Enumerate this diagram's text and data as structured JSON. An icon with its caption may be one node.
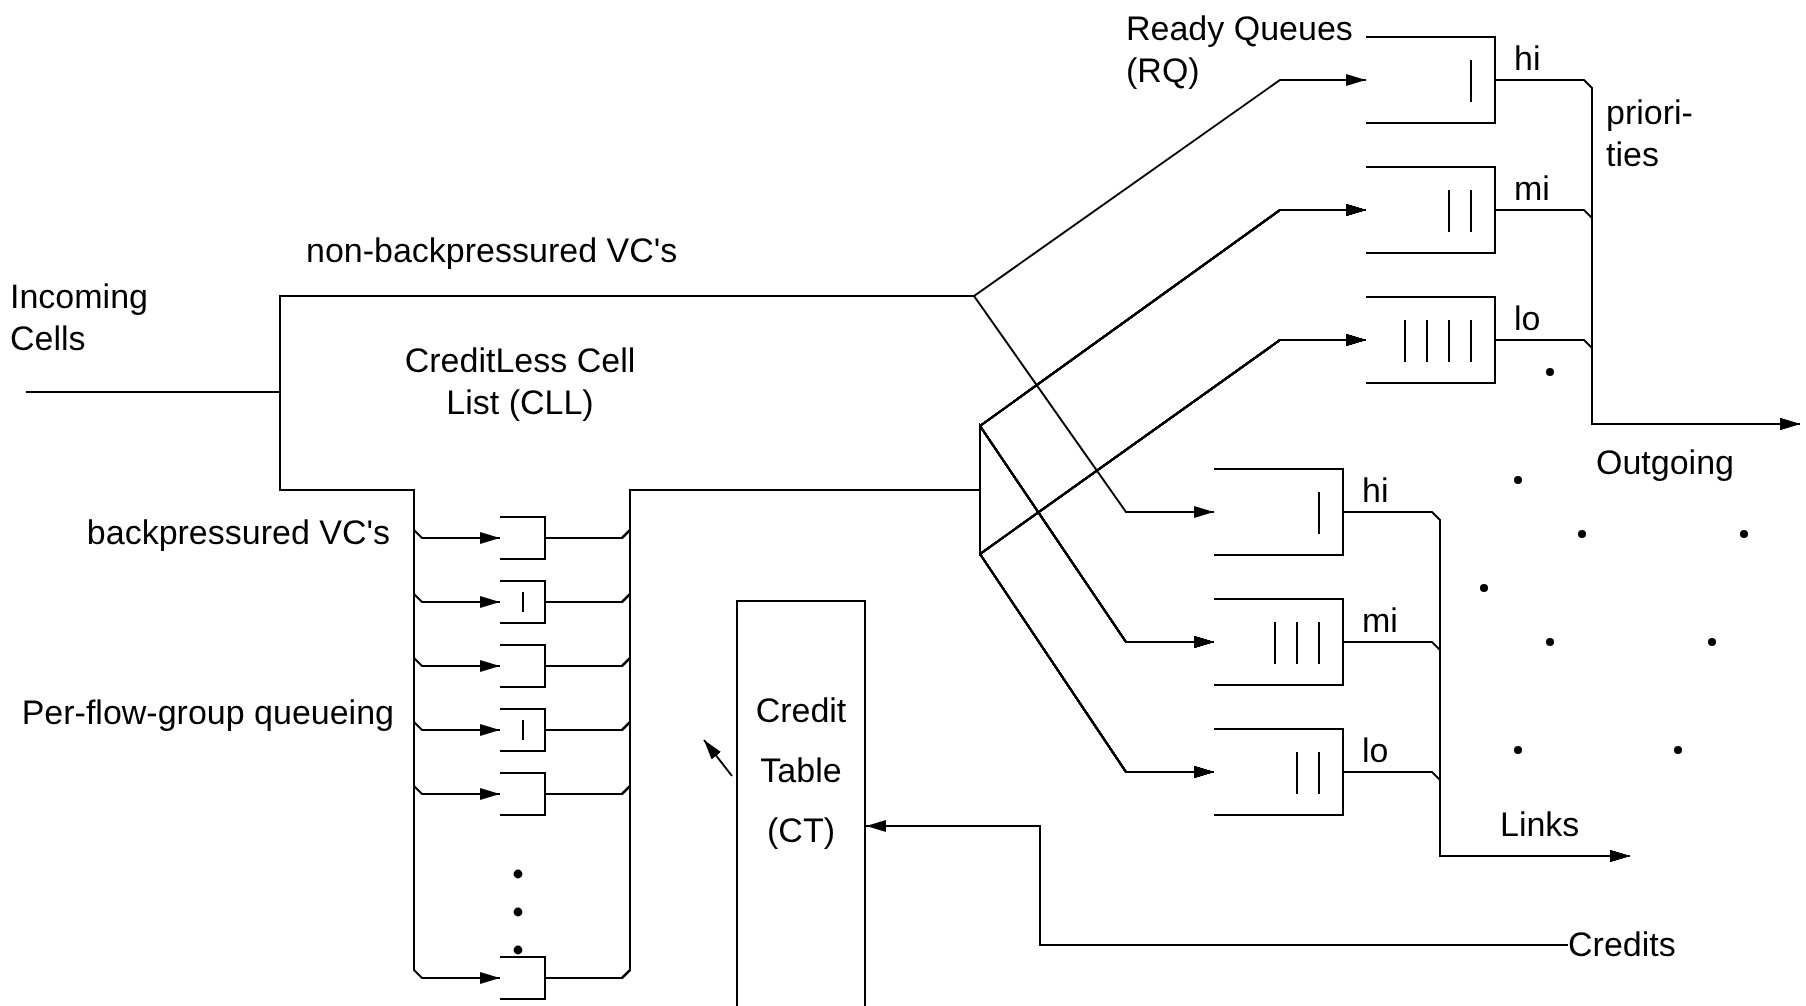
{
  "diagram": {
    "nodes": [
      {
        "text": [
          "Incoming Cells"
        ]
      },
      {
        "text": [],
        "shape": "box",
        "beside": [
          "hi"
        ]
      },
      {
        "text": [],
        "shape": "box",
        "beside": [
          "mi"
        ]
      },
      {
        "text": [],
        "shape": "box",
        "beside": [
          "lo"
        ]
      },
      {
        "text": [],
        "shape": "box"
      },
      {
        "text": [],
        "shape": "box"
      },
      {
        "text": [],
        "shape": "box"
      },
      {
        "text": [],
        "shape": "box"
      },
      {
        "text": [],
        "shape": "box"
      },
      {
        "text": [],
        "shape": "box"
      },
      {
        "text": [],
        "shape": "box",
        "beside": [
          "hi"
        ]
      },
      {
        "text": [],
        "shape": "box",
        "beside": [
          "mi"
        ]
      },
      {
        "text": [],
        "shape": "box",
        "beside": [
          "lo"
        ]
      },
      {
        "text": [
          "Credit Table (CT)"
        ]
      },
      {
        "text": [
          "Credits"
        ]
      }
    ],
    "edges": [
      {
        "from": 0,
        "to": 1,
        "arrow": "to",
        "label": "non-backpressured VC's"
      },
      {
        "from": 0,
        "to": 10,
        "arrow": "to"
      },
      {
        "from": 0,
        "to": 4,
        "arrow": "to"
      },
      {
        "from": 0,
        "to": 5,
        "arrow": "to"
      },
      {
        "from": 0,
        "to": 6,
        "arrow": "to"
      },
      {
        "from": 0,
        "to": 7,
        "arrow": "to"
      },
      {
        "from": 0,
        "to": 8,
        "arrow": "to"
      },
      {
        "from": 0,
        "to": 9,
        "arrow": "to"
      },
      {
        "from": 4,
        "to": 2,
        "arrow": "to"
      },
      {
        "from": 4,
        "to": 3,
        "arrow": "to"
      },
      {
        "from": 4,
        "to": 11,
        "arrow": "to"
      },
      {
        "from": 4,
        "to": 12,
        "arrow": "to"
      },
      {
        "from": 5,
        "to": 2,
        "arrow": "to"
      },
      {
        "from": 5,
        "to": 3,
        "arrow": "to"
      },
      {
        "from": 5,
        "to": 11,
        "arrow": "to"
      },
      {
        "from": 5,
        "to": 12,
        "arrow": "to"
      },
      {
        "from": 6,
        "to": 2,
        "arrow": "to"
      },
      {
        "from": 6,
        "to": 3,
        "arrow": "to"
      },
      {
        "from": 6,
        "to": 11,
        "arrow": "to"
      },
      {
        "from": 6,
        "to": 12,
        "arrow": "to"
      },
      {
        "from": 7,
        "to": 2,
        "arrow": "to"
      },
      {
        "from": 7,
        "to": 3,
        "arrow": "to"
      },
      {
        "from": 7,
        "to": 11,
        "arrow": "to"
      },
      {
        "from": 7,
        "to": 12,
        "arrow": "to"
      },
      {
        "from": 8,
        "to": 2,
        "arrow": "to"
      },
      {
        "from": 8,
        "to": 3,
        "arrow": "to"
      },
      {
        "from": 8,
        "to": 11,
        "arrow": "to"
      },
      {
        "from": 8,
        "to": 12,
        "arrow": "to"
      },
      {
        "from": 9,
        "to": 2,
        "arrow": "to"
      },
      {
        "from": 9,
        "to": 3,
        "arrow": "to"
      },
      {
        "from": 9,
        "to": 11,
        "arrow": "to"
      },
      {
        "from": 9,
        "to": 12,
        "arrow": "to"
      },
      {
        "from": 1,
        "to": null,
        "arrow": "to"
      },
      {
        "from": 2,
        "to": null,
        "arrow": "to"
      },
      {
        "from": 3,
        "to": null,
        "arrow": "to"
      },
      {
        "from": 10,
        "to": null,
        "arrow": "to"
      },
      {
        "from": 11,
        "to": null,
        "arrow": "to"
      },
      {
        "from": 12,
        "to": null,
        "arrow": "to"
      },
      {
        "from": 14,
        "to": 13,
        "arrow": "to"
      },
      {
        "from": 13,
        "to": null,
        "arrow": "to"
      }
    ],
    "labels": [
      "Ready Queues (RQ)",
      "priori-ties",
      "CreditLess Cell List (CLL)",
      "Outgoing",
      "backpressured VC's",
      "Per-flow-group queueing",
      "Links"
    ]
  }
}
